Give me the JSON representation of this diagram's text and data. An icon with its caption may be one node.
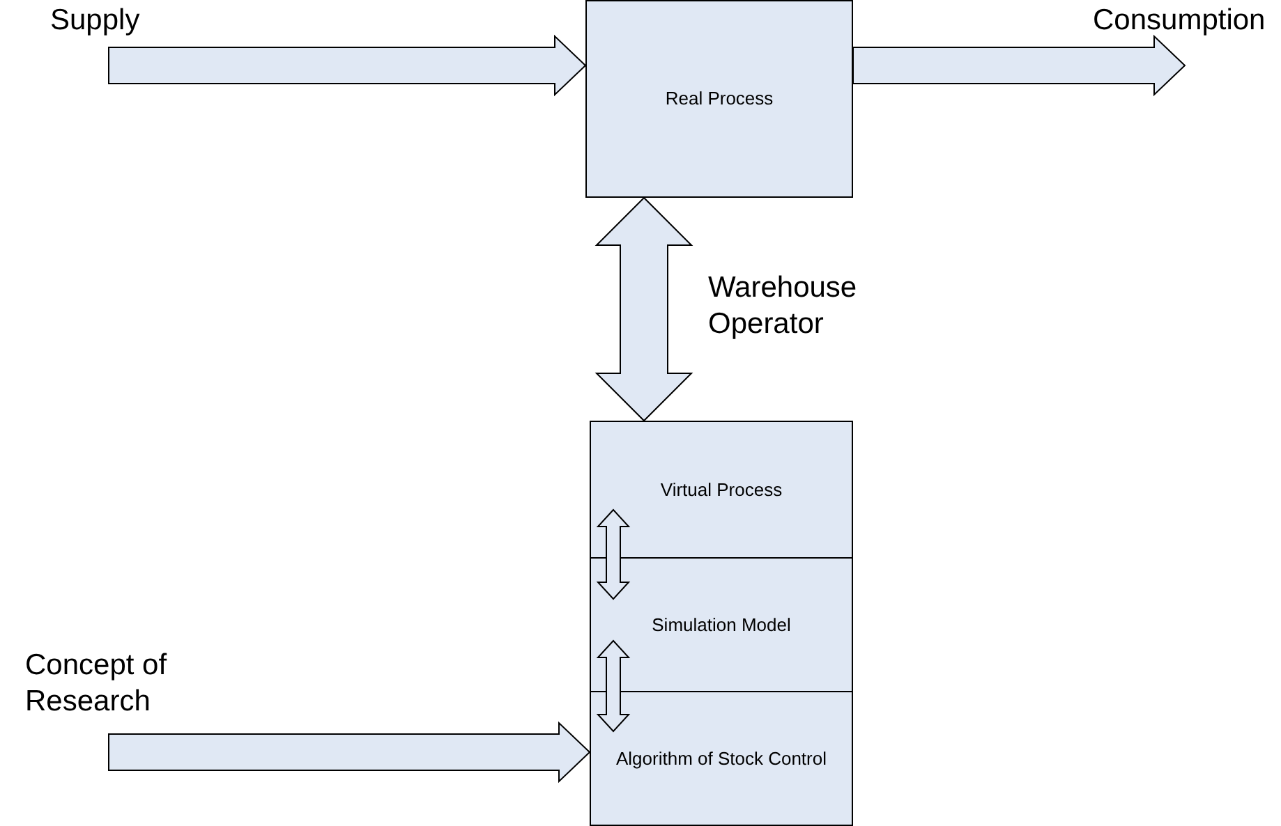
{
  "diagram": {
    "nodes": [
      {
        "text": [
          "Supply"
        ]
      },
      {
        "text": [
          "Real Process"
        ]
      },
      {
        "text": [
          "Consumption"
        ]
      },
      {
        "text": [
          "Virtual Process"
        ]
      },
      {
        "text": [
          "Simulation Model"
        ]
      },
      {
        "text": [
          "Concept of Research"
        ]
      },
      {
        "text": [
          "Algorithm of Stock Control"
        ]
      }
    ],
    "edges": [
      {
        "from": 0,
        "to": 1,
        "arrow": "to"
      },
      {
        "from": 1,
        "to": 2,
        "arrow": "to"
      },
      {
        "from": 1,
        "to": 3,
        "arrow": "both",
        "label": "Warehouse Operator"
      },
      {
        "from": 3,
        "to": 4,
        "arrow": "both"
      },
      {
        "from": 4,
        "to": 6,
        "arrow": "both"
      },
      {
        "from": 5,
        "to": 6,
        "arrow": "to"
      }
    ]
  }
}
